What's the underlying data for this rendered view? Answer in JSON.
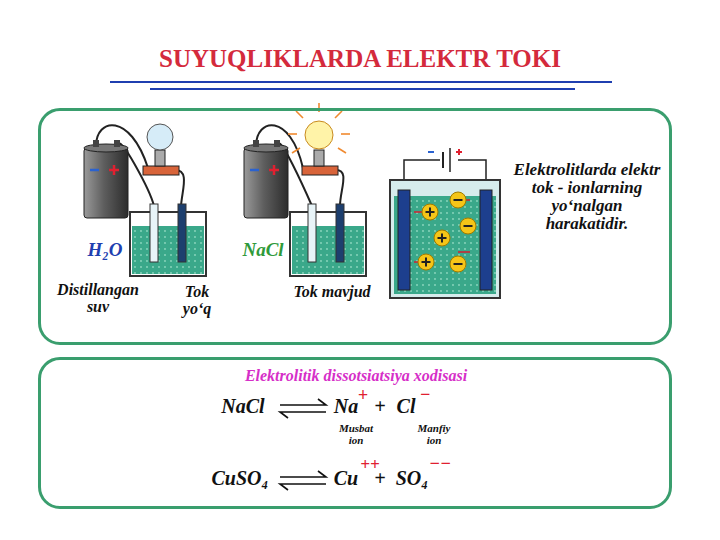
{
  "diagram": {
    "title": "SUYUQLIKLARDA ELEKTR TOKI",
    "nodes": [
      {
        "text": [
          "Elektrolitlarda elektr tok - ionlarning yo‘nalgan harakatidir."
        ]
      },
      {
        "text": [
          "Elektrolitik dissotsiatsiya xodisasi"
        ]
      }
    ],
    "labels": [
      "H₂O",
      "Distillangan suv",
      "Tok yo‘q",
      "NaCl",
      "Tok mavjud",
      "NaCl",
      "Na",
      "+",
      "+",
      "Cl",
      "−",
      "Musbat ion",
      "Manfiy ion",
      "CuSO₄",
      "Cu",
      "++",
      "+",
      "SO₄",
      "−−"
    ]
  }
}
